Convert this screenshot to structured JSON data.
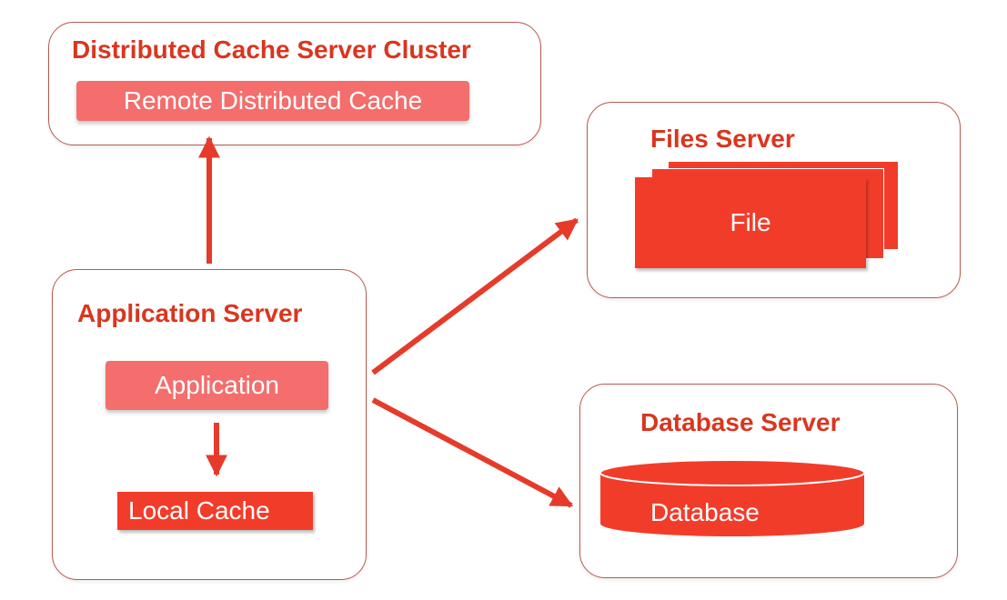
{
  "colors": {
    "title_red": "#d9361f",
    "box_red": "#f23c2a",
    "box_pink": "#f36e6c",
    "arrow_red": "#e63b2a",
    "panel_border": "#b85a50"
  },
  "cache_cluster": {
    "title": "Distributed Cache Server Cluster",
    "remote_cache_label": "Remote Distributed Cache"
  },
  "files_server": {
    "title": "Files Server",
    "file_label": "File"
  },
  "application_server": {
    "title": "Application Server",
    "application_label": "Application",
    "local_cache_label": "Local Cache"
  },
  "database_server": {
    "title": "Database Server",
    "database_label": "Database"
  }
}
